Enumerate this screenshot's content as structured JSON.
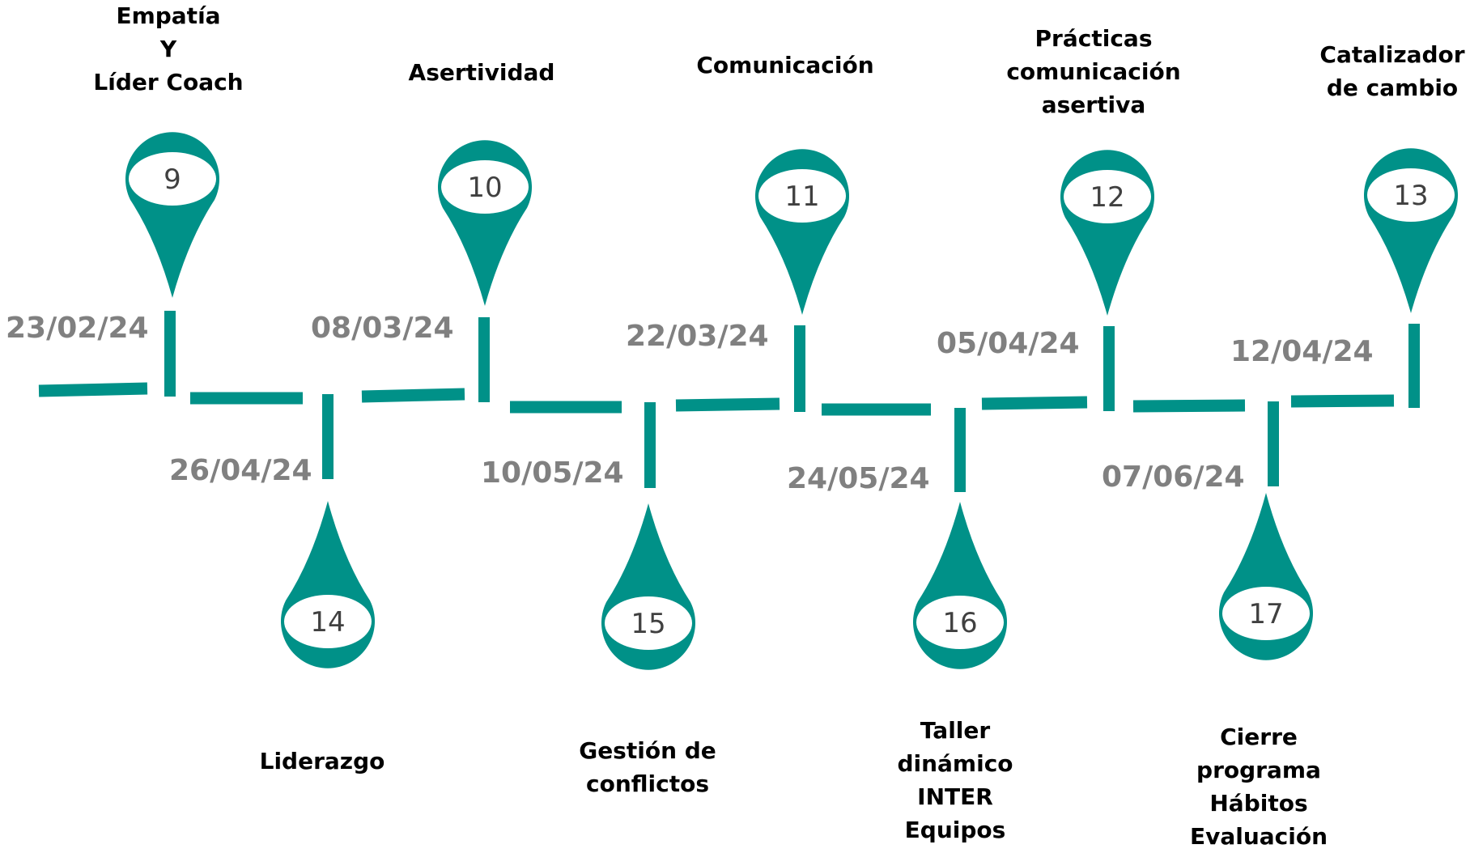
{
  "colors": {
    "teal": "#009188",
    "date_gray": "#808080",
    "label": "#000000",
    "number": "#404040"
  },
  "top_events": [
    {
      "number": "9",
      "date": "23/02/24",
      "label": "Empatía\nY\nLíder Coach"
    },
    {
      "number": "10",
      "date": "08/03/24",
      "label": "Asertividad"
    },
    {
      "number": "11",
      "date": "22/03/24",
      "label": "Comunicación"
    },
    {
      "number": "12",
      "date": "05/04/24",
      "label": "Prácticas\ncomunicación\nasertiva"
    },
    {
      "number": "13",
      "date": "12/04/24",
      "label": "Catalizador\nde  cambio"
    }
  ],
  "bottom_events": [
    {
      "number": "14",
      "date": "26/04/24",
      "label": "Liderazgo"
    },
    {
      "number": "15",
      "date": "10/05/24",
      "label": "Gestión de\nconflictos"
    },
    {
      "number": "16",
      "date": "24/05/24",
      "label": "Taller\ndinámico\nINTER\nEquipos"
    },
    {
      "number": "17",
      "date": "07/06/24",
      "label": "Cierre\nprograma\nHábitos\nEvaluación"
    }
  ]
}
